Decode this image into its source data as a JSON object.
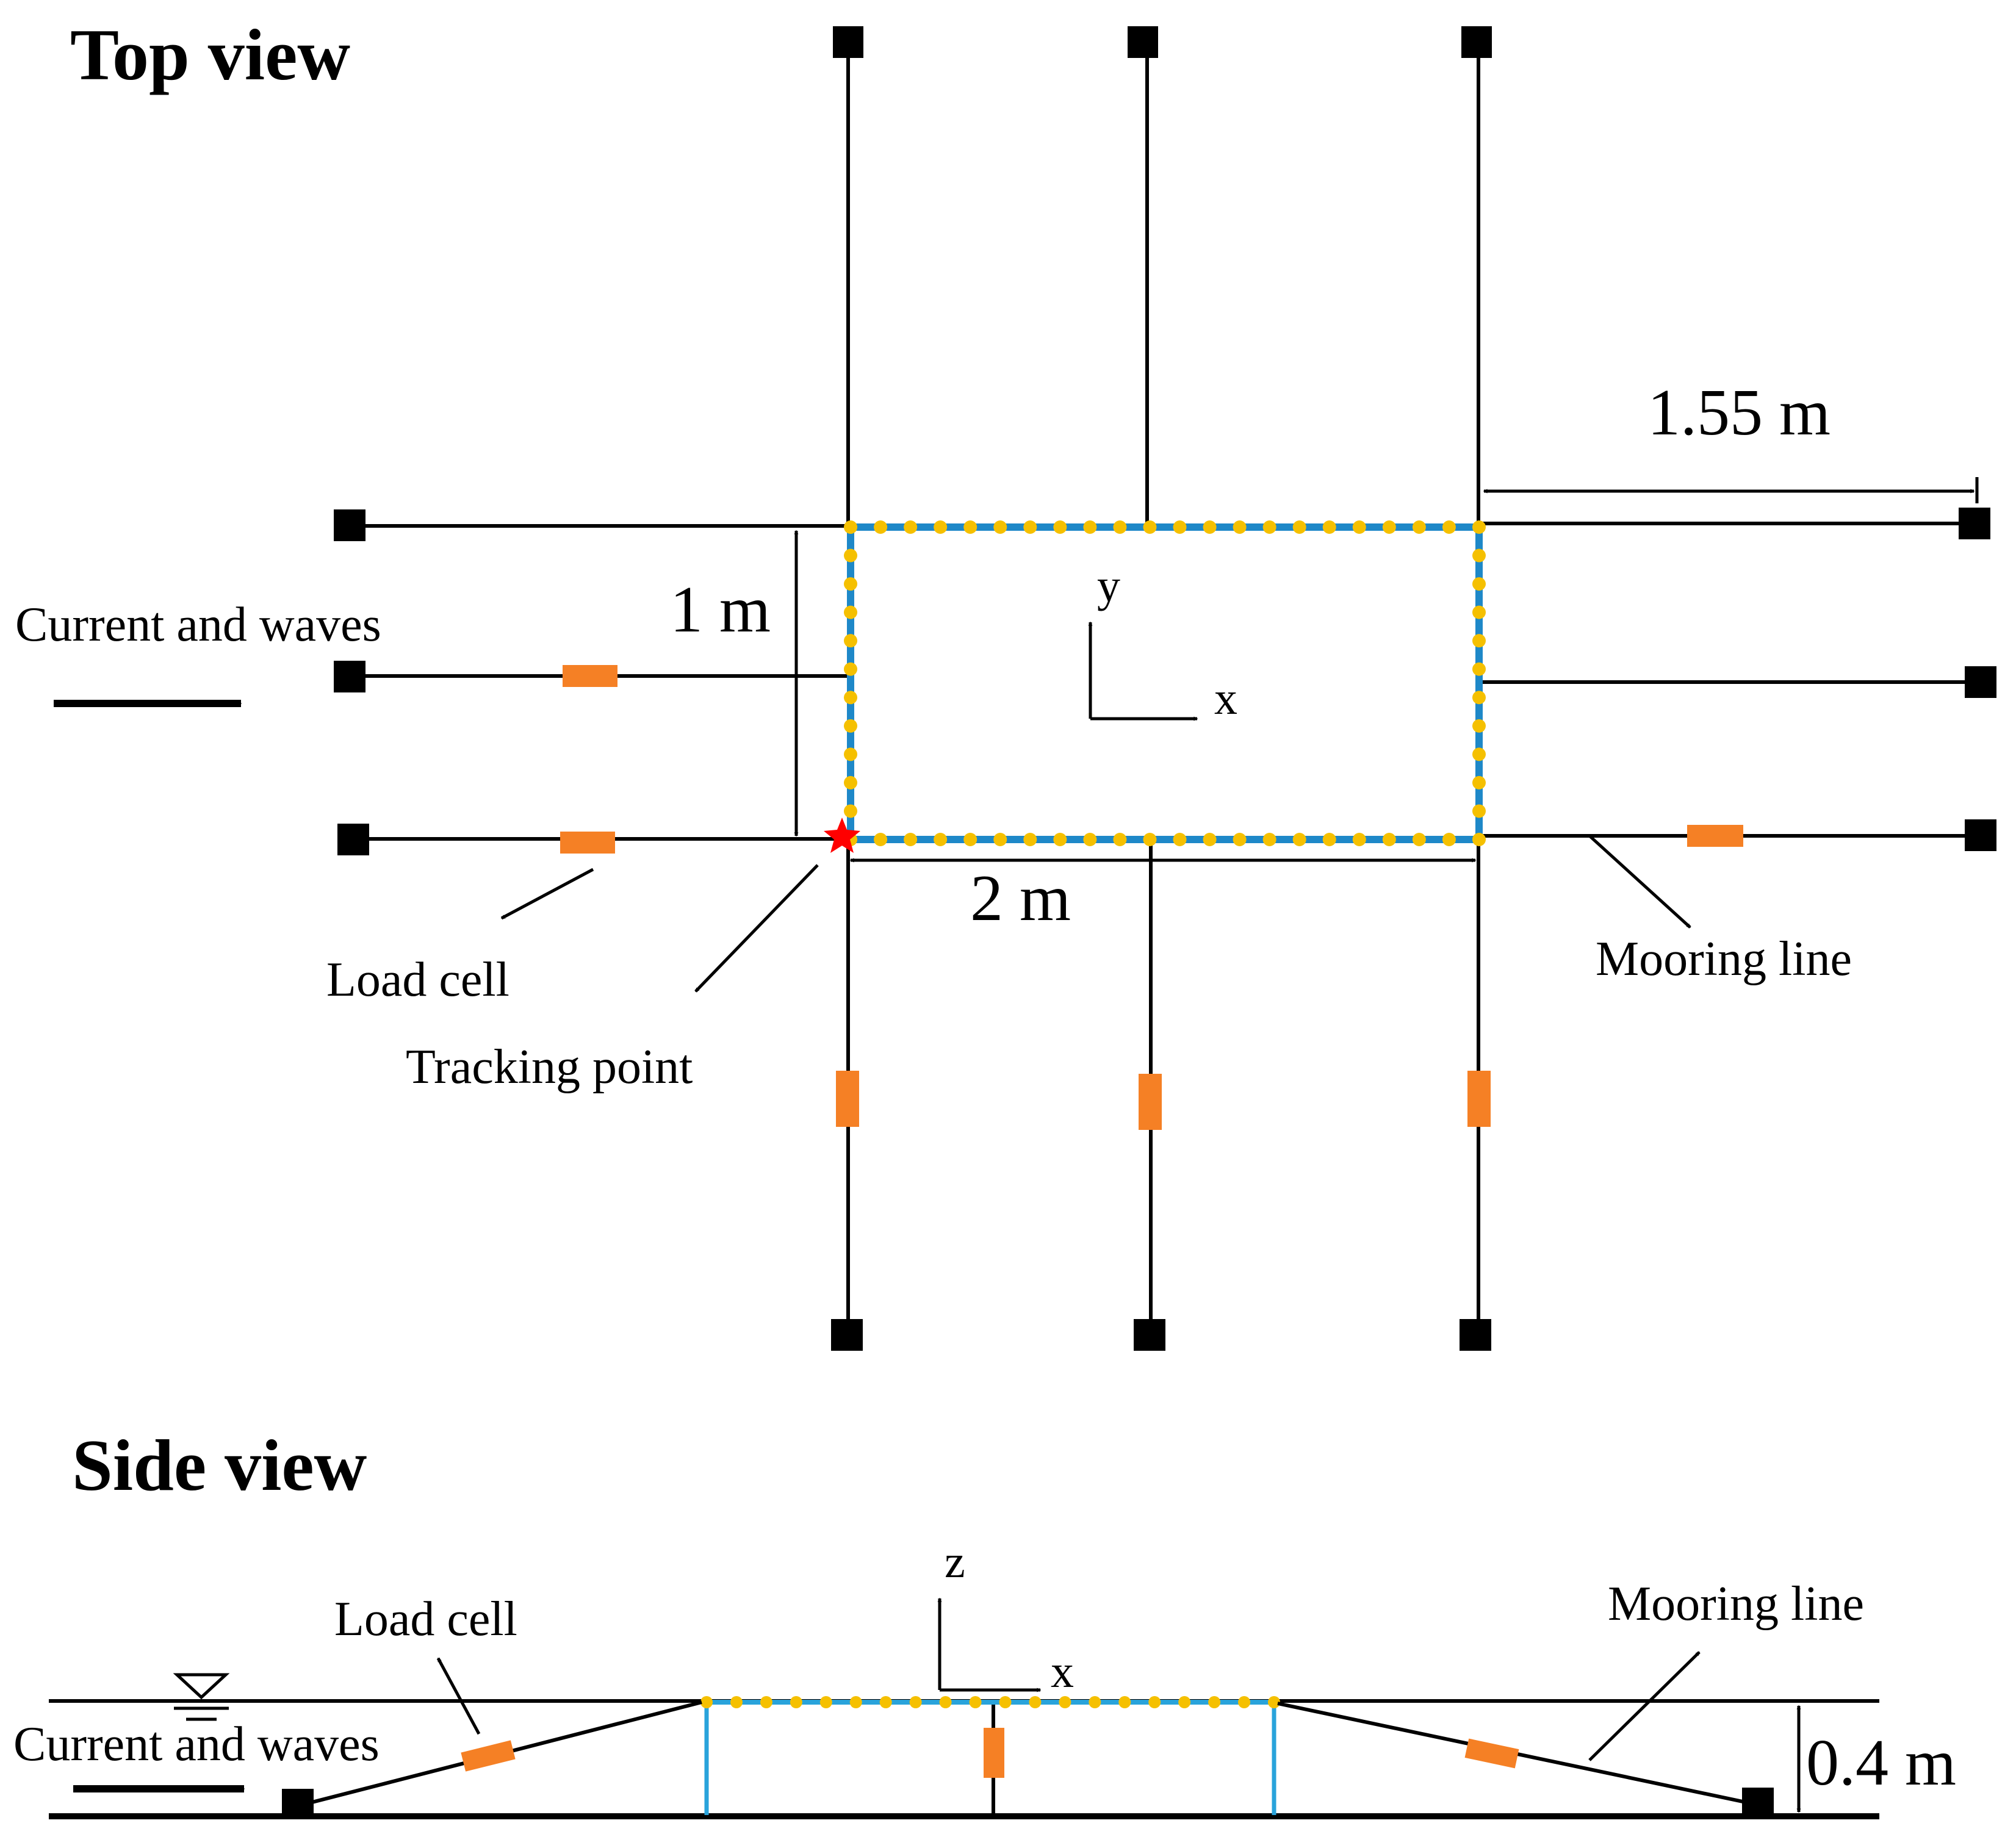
{
  "top_view": {
    "title": "Top view",
    "flow_label": "Current and waves",
    "dim_width": "1.55 m",
    "dim_height": "1 m",
    "dim_length": "2 m",
    "axis_x": "x",
    "axis_y": "y",
    "label_load_cell": "Load cell",
    "label_tracking_point": "Tracking point",
    "label_mooring_line": "Mooring line"
  },
  "side_view": {
    "title": "Side view",
    "flow_label": "Current and waves",
    "label_load_cell": "Load cell",
    "label_mooring_line": "Mooring line",
    "axis_z": "z",
    "axis_x": "x",
    "dim_depth": "0.4 m"
  },
  "colors": {
    "mooring_line": "#000000",
    "anchor": "#000000",
    "load_cell": "#F58025",
    "net_frame": "#1E88C8",
    "float_beads": "#F5C000",
    "tracking_point": "#FF0000"
  }
}
